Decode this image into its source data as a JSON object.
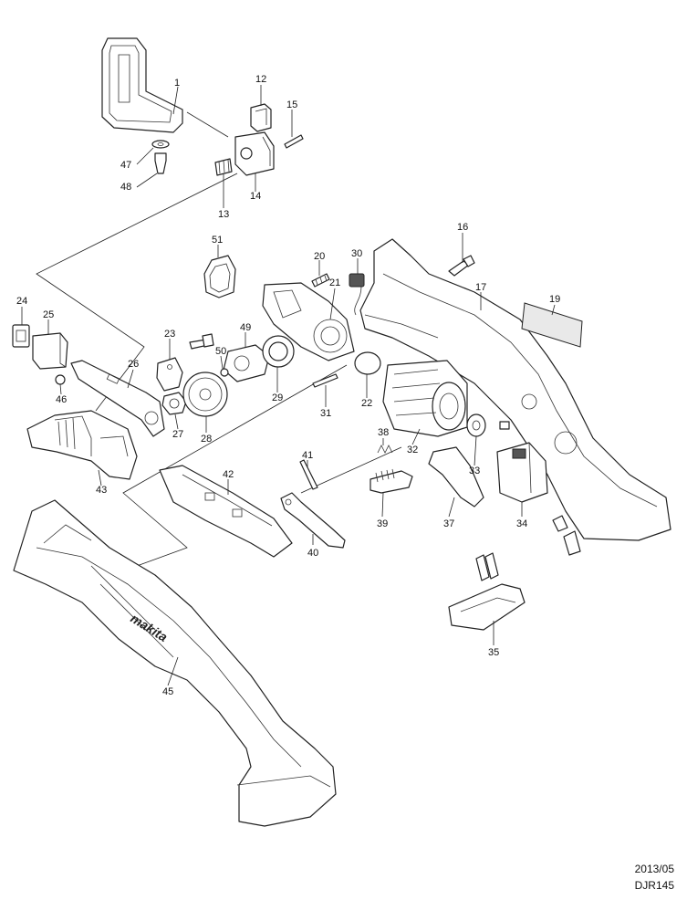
{
  "footer": {
    "date": "2013/05",
    "model": "DJR145"
  },
  "callouts": [
    "1",
    "12",
    "15",
    "47",
    "48",
    "13",
    "14",
    "16",
    "51",
    "20",
    "30",
    "21",
    "17",
    "19",
    "24",
    "25",
    "23",
    "49",
    "50",
    "26",
    "46",
    "29",
    "22",
    "31",
    "27",
    "28",
    "38",
    "43",
    "41",
    "42",
    "32",
    "33",
    "39",
    "37",
    "34",
    "40",
    "35",
    "45"
  ],
  "logo_text": "makita"
}
